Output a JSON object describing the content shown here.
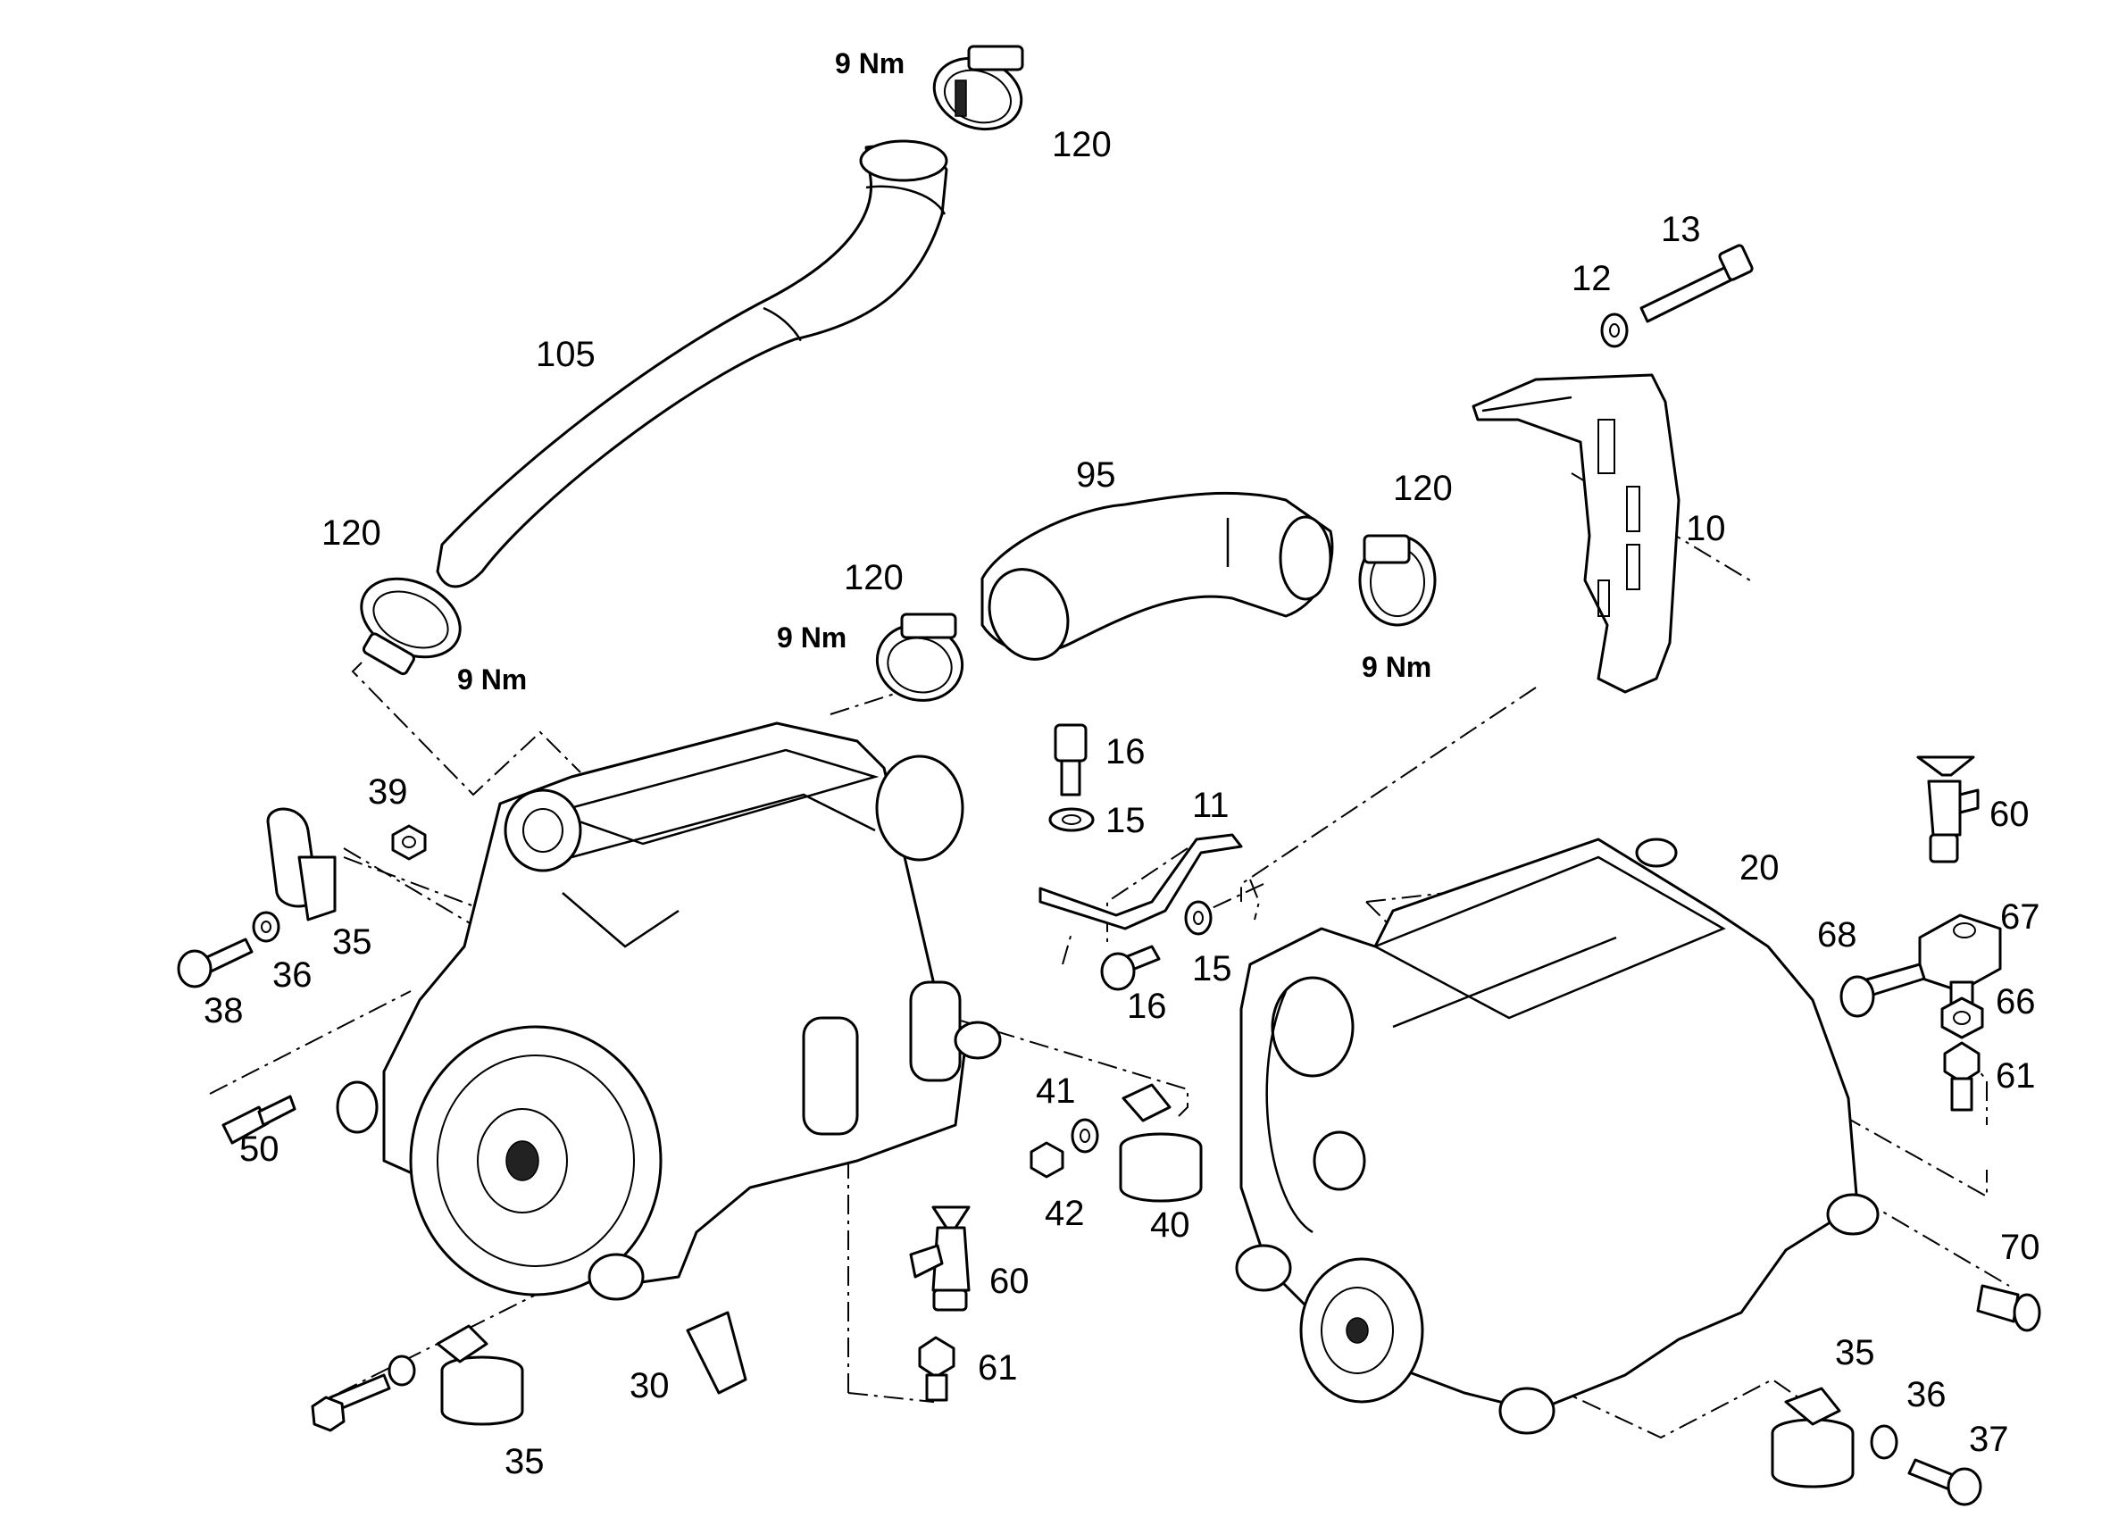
{
  "labels": {
    "l10": "10",
    "l11": "11",
    "l12": "12",
    "l13": "13",
    "l15a": "15",
    "l15b": "15",
    "l16a": "16",
    "l16b": "16",
    "l20": "20",
    "l30": "30",
    "l35a": "35",
    "l35b": "35",
    "l35c": "35",
    "l36a": "36",
    "l36b": "36",
    "l37": "37",
    "l38": "38",
    "l39": "39",
    "l40": "40",
    "l41": "41",
    "l42": "42",
    "l50": "50",
    "l60a": "60",
    "l60b": "60",
    "l61a": "61",
    "l61b": "61",
    "l66": "66",
    "l67": "67",
    "l68": "68",
    "l70": "70",
    "l95": "95",
    "l105": "105",
    "l120a": "120",
    "l120b": "120",
    "l120c": "120",
    "l120d": "120"
  },
  "torque": {
    "t1": "9 Nm",
    "t2": "9 Nm",
    "t3": "9 Nm",
    "t4": "9 Nm"
  }
}
